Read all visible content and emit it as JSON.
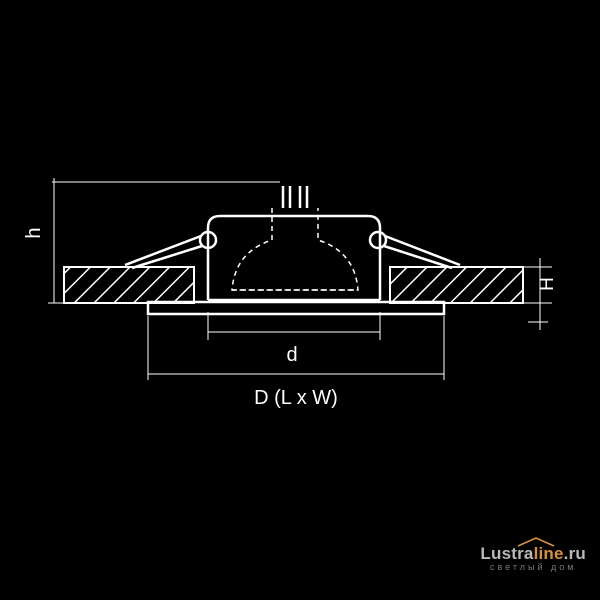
{
  "labels": {
    "h": "h",
    "H": "H",
    "d": "d",
    "D": "D (L x W)"
  },
  "logo": {
    "part1": "Lustra",
    "part2": "line",
    "part3": ".ru",
    "subtitle": "светлый дом"
  },
  "colors": {
    "background": "#000000",
    "lines": "#ffffff",
    "logo_text": "#b9b9b9",
    "logo_accent": "#d6913f"
  }
}
